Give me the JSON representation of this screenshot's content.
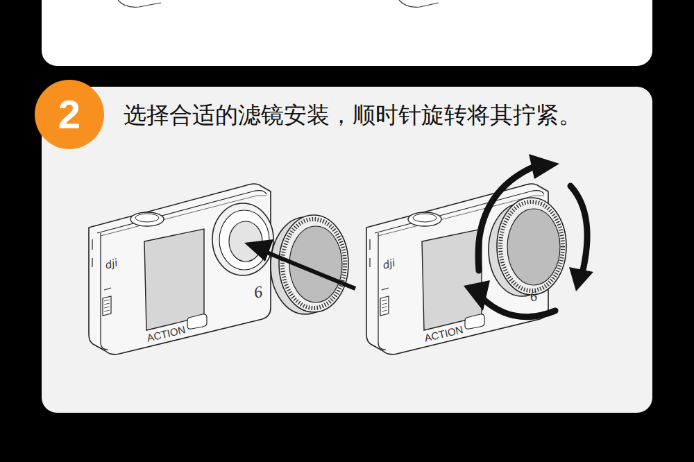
{
  "diagram": {
    "title": "选择合适的滤镜安装，顺时针旋转将其拧紧。",
    "nodes": [
      {
        "text": [
          "2"
        ]
      }
    ],
    "labels": [
      "dji",
      "ACTION",
      "6",
      "dji",
      "ACTION",
      "6"
    ]
  }
}
